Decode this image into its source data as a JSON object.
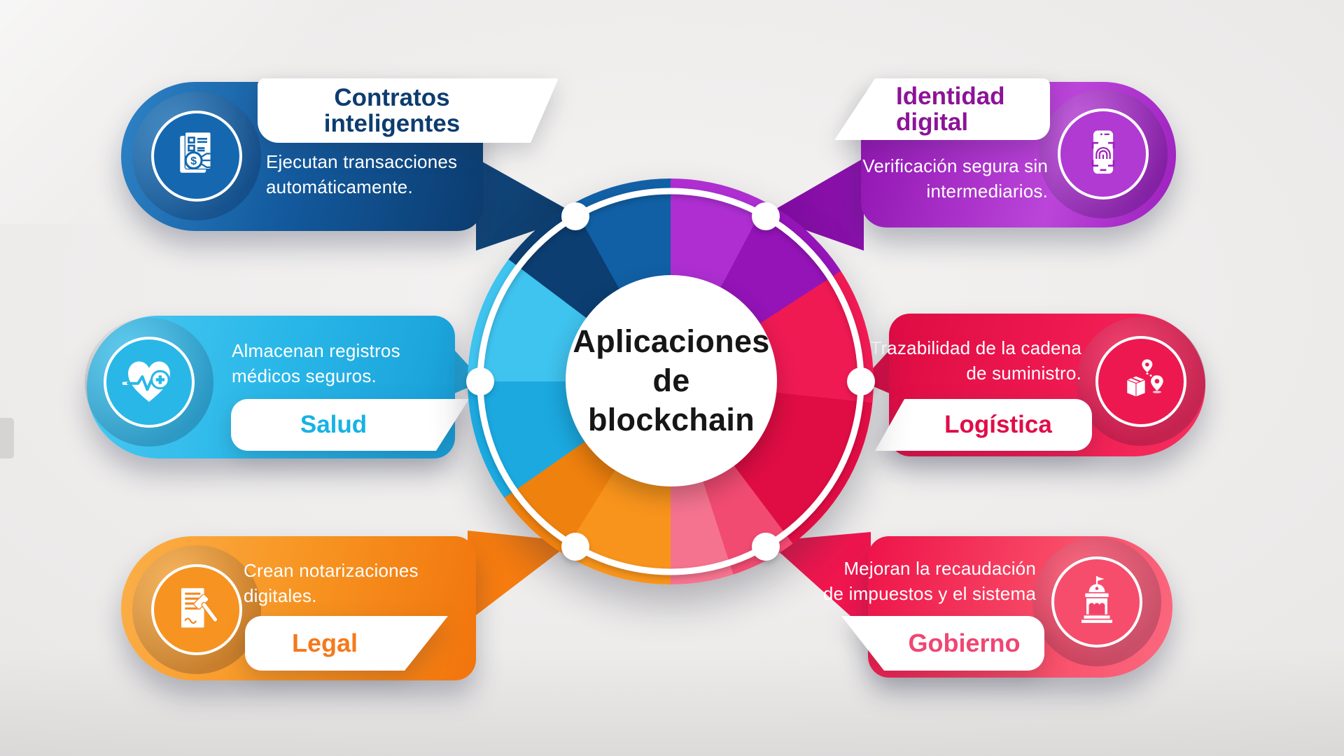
{
  "center": {
    "title": "Aplicaciones de blockchain",
    "title_lines": [
      "Aplicaciones",
      "de blockchain"
    ],
    "text_color": "#161616",
    "ring_color": "#ffffff",
    "node_angles_deg": [
      30,
      90,
      150,
      210,
      270,
      330
    ],
    "ring_segments": [
      {
        "label": "identidad-digital",
        "start_deg": 0,
        "end_deg": 57,
        "colors": [
          "#ae2ed2",
          "#9414b8"
        ]
      },
      {
        "label": "logistica",
        "start_deg": 57,
        "end_deg": 143,
        "colors": [
          "#f01a53",
          "#e00d44"
        ]
      },
      {
        "label": "gobierno",
        "start_deg": 143,
        "end_deg": 180,
        "colors": [
          "#f14b72",
          "#f5738f"
        ]
      },
      {
        "label": "legal",
        "start_deg": 180,
        "end_deg": 235,
        "colors": [
          "#f8941c",
          "#ef810e"
        ]
      },
      {
        "label": "salud",
        "start_deg": 235,
        "end_deg": 307,
        "colors": [
          "#1ba9e0",
          "#3fc3ef"
        ]
      },
      {
        "label": "contratos",
        "start_deg": 307,
        "end_deg": 360,
        "colors": [
          "#0c3e72",
          "#1160a5"
        ]
      }
    ]
  },
  "cards": [
    {
      "id": "contratos-inteligentes",
      "title": "Contratos inteligentes",
      "title_lines": [
        "Contratos",
        "inteligentes"
      ],
      "description_lines": [
        "Ejecutan transacciones",
        "automáticamente."
      ],
      "accent_color": "#0d3c6f",
      "card_color": "#135a9e",
      "icon": "smart-contract-icon",
      "position": "top-left"
    },
    {
      "id": "salud",
      "title": "Salud",
      "description_lines": [
        "Almacenan registros",
        "médicos seguros."
      ],
      "accent_color": "#17b2e5",
      "card_color": "#29b7e8",
      "icon": "health-heart-icon",
      "position": "middle-left"
    },
    {
      "id": "legal",
      "title": "Legal",
      "description_lines": [
        "Crean notarizaciones",
        "digitales."
      ],
      "accent_color": "#f5791b",
      "card_color": "#f79421",
      "icon": "legal-gavel-icon",
      "position": "bottom-left"
    },
    {
      "id": "identidad-digital",
      "title": "Identidad digital",
      "title_lines": [
        "Identidad",
        "digital"
      ],
      "description_lines": [
        "Verificación segura sin",
        "intermediarios."
      ],
      "accent_color": "#8c1397",
      "card_color": "#a82cc9",
      "icon": "digital-identity-icon",
      "position": "top-right"
    },
    {
      "id": "logistica",
      "title": "Logística",
      "description_lines": [
        "Trazabilidad de la cadena",
        "de suministro."
      ],
      "accent_color": "#e00d48",
      "card_color": "#ee1850",
      "icon": "logistics-route-icon",
      "position": "middle-right"
    },
    {
      "id": "gobierno",
      "title": "Gobierno",
      "description_lines": [
        "Mejoran la recaudación",
        "de impuestos y el sistema"
      ],
      "accent_color": "#f04672",
      "card_color": "#f64d6d",
      "icon": "government-building-icon",
      "position": "bottom-right"
    }
  ]
}
